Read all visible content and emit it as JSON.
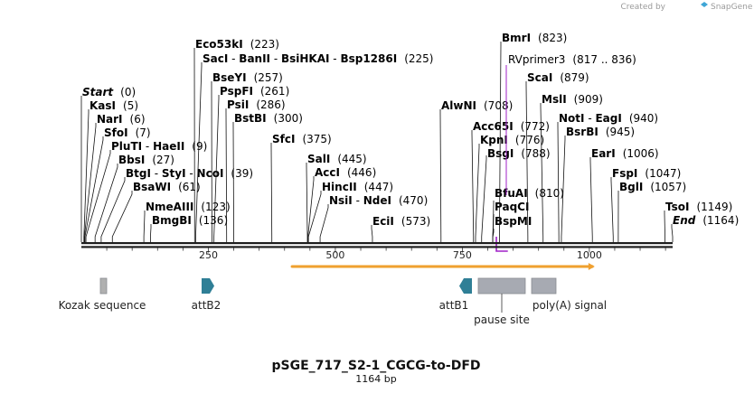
{
  "credit": {
    "text": "Created by",
    "brand": "SnapGene"
  },
  "title": "pSGE_717_S2-1_CGCG-to-DFD",
  "length": "1164 bp",
  "total_bp": 1164,
  "ruler_ticks": [
    250,
    500,
    750,
    1000
  ],
  "sites": [
    {
      "label": "Start",
      "pos": 0,
      "pos_text": "(0)",
      "italic": true
    },
    {
      "label": "KasI",
      "pos": 5,
      "pos_text": "(5)"
    },
    {
      "label": "NarI",
      "pos": 6,
      "pos_text": "(6)"
    },
    {
      "label": "SfoI",
      "pos": 7,
      "pos_text": "(7)"
    },
    {
      "label": "PluTI - HaeII",
      "pos": 9,
      "pos_text": "(9)"
    },
    {
      "label": "BbsI",
      "pos": 27,
      "pos_text": "(27)"
    },
    {
      "label": "BtgI - StyI - NcoI",
      "pos": 39,
      "pos_text": "(39)"
    },
    {
      "label": "BsaWI",
      "pos": 61,
      "pos_text": "(61)"
    },
    {
      "label": "NmeAIII",
      "pos": 123,
      "pos_text": "(123)"
    },
    {
      "label": "BmgBI",
      "pos": 136,
      "pos_text": "(136)"
    },
    {
      "label": "Eco53kI",
      "pos": 223,
      "pos_text": "(223)"
    },
    {
      "label": "SacI - BanII - BsiHKAI - Bsp1286I",
      "pos": 225,
      "pos_text": "(225)"
    },
    {
      "label": "BseYI",
      "pos": 257,
      "pos_text": "(257)"
    },
    {
      "label": "PspFI",
      "pos": 261,
      "pos_text": "(261)"
    },
    {
      "label": "PsiI",
      "pos": 286,
      "pos_text": "(286)"
    },
    {
      "label": "BstBI",
      "pos": 300,
      "pos_text": "(300)"
    },
    {
      "label": "SfcI",
      "pos": 375,
      "pos_text": "(375)"
    },
    {
      "label": "SalI",
      "pos": 445,
      "pos_text": "(445)"
    },
    {
      "label": "AccI",
      "pos": 446,
      "pos_text": "(446)"
    },
    {
      "label": "HincII",
      "pos": 447,
      "pos_text": "(447)"
    },
    {
      "label": "NsiI - NdeI",
      "pos": 470,
      "pos_text": "(470)"
    },
    {
      "label": "EciI",
      "pos": 573,
      "pos_text": "(573)"
    },
    {
      "label": "AlwNI",
      "pos": 708,
      "pos_text": "(708)"
    },
    {
      "label": "Acc65I",
      "pos": 772,
      "pos_text": "(772)"
    },
    {
      "label": "KpnI",
      "pos": 776,
      "pos_text": "(776)"
    },
    {
      "label": "BsgI",
      "pos": 788,
      "pos_text": "(788)"
    },
    {
      "label": "BfuAI",
      "pos": 810,
      "pos_text": "(810)"
    },
    {
      "label": "PaqCI",
      "pos": 810,
      "pos_text": ""
    },
    {
      "label": "BspMI",
      "pos": 810,
      "pos_text": ""
    },
    {
      "label": "BmrI",
      "pos": 823,
      "pos_text": "(823)"
    },
    {
      "label": "ScaI",
      "pos": 879,
      "pos_text": "(879)"
    },
    {
      "label": "MslI",
      "pos": 909,
      "pos_text": "(909)"
    },
    {
      "label": "NotI - EagI",
      "pos": 940,
      "pos_text": "(940)"
    },
    {
      "label": "BsrBI",
      "pos": 945,
      "pos_text": "(945)"
    },
    {
      "label": "EarI",
      "pos": 1006,
      "pos_text": "(1006)"
    },
    {
      "label": "FspI",
      "pos": 1047,
      "pos_text": "(1047)"
    },
    {
      "label": "BglI",
      "pos": 1057,
      "pos_text": "(1057)"
    },
    {
      "label": "TsoI",
      "pos": 1149,
      "pos_text": "(1149)"
    },
    {
      "label": "End",
      "pos": 1164,
      "pos_text": "(1164)",
      "italic": true
    }
  ],
  "primer": {
    "label": "RVprimer3",
    "range_text": "(817 .. 836)",
    "start": 817,
    "end": 836,
    "color": "#a020c8"
  },
  "orf": {
    "start": 448,
    "end": 1000,
    "color": "#f0a030"
  },
  "features": [
    {
      "label": "Kozak sequence",
      "start": 5,
      "end": 11,
      "shape": "box",
      "color": "#b0b0b0"
    },
    {
      "label": "attB2",
      "start": 245,
      "end": 262,
      "shape": "arrow-right",
      "color": "#2f7f96"
    },
    {
      "label": "attB1",
      "start": 698,
      "end": 715,
      "shape": "arrow-left",
      "color": "#2f7f96"
    },
    {
      "label": "pause site",
      "start": 720,
      "end": 815,
      "shape": "box",
      "color": "#a7aab2"
    },
    {
      "label": "poly(A) signal",
      "start": 834,
      "end": 883,
      "shape": "box",
      "color": "#a7aab2"
    }
  ],
  "colors": {
    "backbone": "#222222",
    "site_line": "#111111",
    "text": "#000000"
  }
}
